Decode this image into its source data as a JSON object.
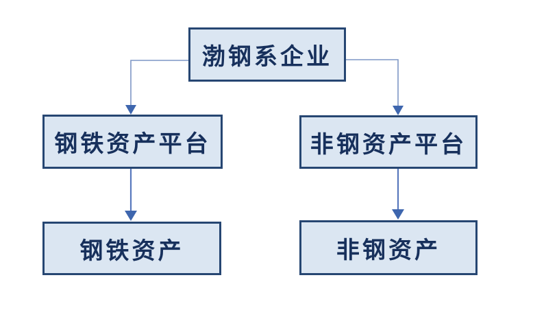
{
  "diagram": {
    "type": "org-chart",
    "nodes": {
      "root": {
        "label": "渤钢系企业",
        "level": 1
      },
      "steel_platform": {
        "label": "钢铁资产平台",
        "level": 2
      },
      "non_steel_platform": {
        "label": "非钢资产平台",
        "level": 2
      },
      "steel_assets": {
        "label": "钢铁资产",
        "level": 3
      },
      "non_steel_assets": {
        "label": "非钢资产",
        "level": 3
      }
    },
    "edges": [
      {
        "from": "root",
        "to": "steel_platform",
        "style": "elbow-arrow"
      },
      {
        "from": "root",
        "to": "non_steel_platform",
        "style": "elbow-arrow"
      },
      {
        "from": "steel_platform",
        "to": "steel_assets",
        "style": "straight-arrow"
      },
      {
        "from": "non_steel_platform",
        "to": "non_steel_assets",
        "style": "straight-arrow"
      }
    ],
    "colors": {
      "background": "#ffffff",
      "box_fill": "#dbe6f2",
      "box_border": "#264672",
      "text": "#17305c",
      "elbow_line": "#7d96c5",
      "straight_line": "#5878bd",
      "arrowhead": "#3e66ae"
    }
  }
}
